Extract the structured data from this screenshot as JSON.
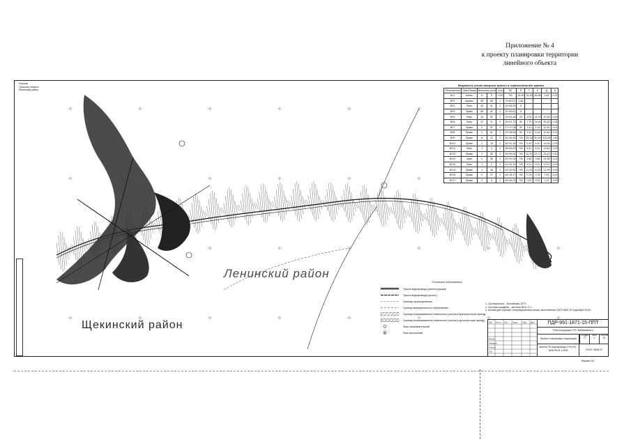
{
  "header": {
    "line1": "Приложение № 4",
    "line2": "к проекту планировки территории",
    "line3": "линейного объекта"
  },
  "districts": {
    "leninsky": "Ленинский район",
    "shchekinsky": "Щекинский район"
  },
  "table": {
    "title": "Ведомость углов поворота трассы и горизонтальных кривых",
    "headers": [
      "Обозначение",
      "Лево/Право",
      "Величина угла",
      "Угол",
      "ПК",
      "R",
      "T",
      "K",
      "Д",
      "Б"
    ],
    "rows": [
      [
        "ВУ1",
        "влево",
        "6",
        "5",
        "1+40",
        "700",
        "34,06",
        "24,39",
        "48,85",
        "0,44",
        "0,02"
      ],
      [
        "ВУ2",
        "вправо",
        "58",
        "56",
        "1",
        "9+98,13",
        "1,5р",
        "",
        "",
        "",
        ""
      ],
      [
        "ВУ3",
        "Лево",
        "46",
        "41",
        "2",
        "10+54,53",
        "5",
        "",
        "",
        "",
        ""
      ],
      [
        "ВУ4",
        "Право",
        "86",
        "42",
        "2",
        "11+49,61",
        "5",
        "",
        "",
        "",
        ""
      ],
      [
        "ВУ5",
        "Лево",
        "14",
        "50",
        "2",
        "13+63,44",
        "25",
        "6,00",
        "24,29",
        "25,58",
        "0,59"
      ],
      [
        "ВУ6",
        "Лево",
        "22",
        "6",
        "2",
        "15+01,72",
        "50",
        "7,70",
        "24,54",
        "25,28",
        "0,36"
      ],
      [
        "ВУ7",
        "Право",
        "2",
        "52",
        "2",
        "17+07,08",
        "50",
        "1,42",
        "6,18",
        "12,60",
        "0,01"
      ],
      [
        "ВУ8",
        "Право",
        "2",
        "41",
        "2",
        "19+98,94",
        "50",
        "1,42",
        "6,18",
        "12,60",
        "0,01"
      ],
      [
        "ВУ9",
        "Право",
        "8",
        "12",
        "2",
        "34+64,50",
        "700",
        "50,18",
        "50,18",
        "100,28",
        "1,80"
      ],
      [
        "ВУ10",
        "Право",
        "1",
        "15",
        "2",
        "35+91,44",
        "700",
        "6,40",
        "6,40",
        "14,56",
        "0,09"
      ],
      [
        "ВУ11",
        "Лево",
        "1",
        "3",
        "2",
        "38+66,59",
        "700",
        "6,41",
        "6,41",
        "12,83",
        "0,29"
      ],
      [
        "ВУ12",
        "Право",
        "1",
        "55",
        "2",
        "39+89,50",
        "700",
        "11,70",
        "23,71",
        "23,43",
        "0,10"
      ],
      [
        "ВУ13",
        "Лево",
        "0",
        "36",
        "2",
        "40+91,06",
        "700",
        "3,66",
        "3,66",
        "14,58",
        "0,01"
      ],
      [
        "ВУ14",
        "Лево",
        "1",
        "2",
        "2",
        "41+91,10",
        "700",
        "6,11",
        "6,11",
        "12,22",
        "0,03"
      ],
      [
        "ВУ15",
        "Право",
        "1",
        "48",
        "2",
        "43+20,50",
        "700",
        "11,00",
        "11,00",
        "21,99",
        "0,09"
      ],
      [
        "ВУ16",
        "Право",
        "0",
        "37",
        "2",
        "44+34,17",
        "700",
        "3,76",
        "3,76",
        "7,53",
        "0,01"
      ],
      [
        "ВУ17",
        "Право",
        "0",
        "6",
        "2",
        "45+64,00",
        "700",
        "0,61",
        "0,61",
        "1,22",
        "0,00"
      ]
    ]
  },
  "legend": {
    "title": "Условные обозначения",
    "items": [
      "Трасса водопровода (реконструкция)",
      "Трасса водопровода (проект)",
      "Граница проектирования",
      "Граница муниципального образования",
      "Граница испрашиваемого земельного участка в краткосрочную аренду",
      "Граница испрашиваемого земельного участка в долгосрочную аренду",
      "Знак опознавательный",
      "Знак сигнальный"
    ]
  },
  "notes": [
    "1. Система высот - Балтийская 1977г.",
    "2. Система координат - местная МСК-71.1.",
    "3. Основа для чертежа: топографическая съемка, выполненная ООО «МИГ-Р» в декабре 2015 г."
  ],
  "stamp": {
    "code": "ПДР-991-1871-15-ППТ",
    "org": "Реконструкция ГРС Бабаевского",
    "sheet_name": "Проект планировки территории",
    "stage_labels": [
      "Стадия",
      "Лист",
      "Листов"
    ],
    "stage_values": [
      "П",
      "4",
      "11"
    ],
    "drawing_name": "Чертеж ПП водопровода 1704+05 - 1826+90 М 1:2000",
    "company": "ООО \"ИМСЗ\"",
    "format": "Формат А3",
    "roles": [
      "Изм.",
      "Кол.уч.",
      "Лист",
      "№док.",
      "Подп.",
      "Дата",
      "Разраб.",
      "Проверил",
      "Н.контр.",
      "Утв."
    ]
  },
  "colors": {
    "ink": "#111111",
    "line": "#333333",
    "paper": "#ffffff"
  }
}
